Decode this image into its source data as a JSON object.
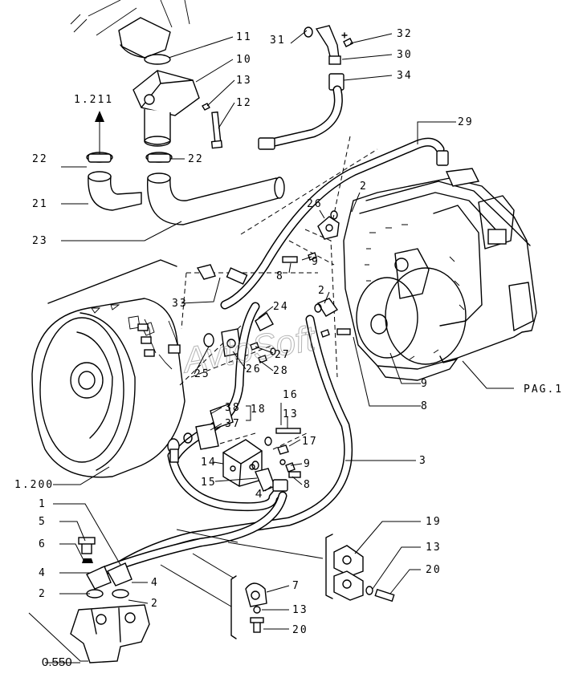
{
  "callouts": {
    "c11": "11",
    "c10": "10",
    "c13a": "13",
    "c12": "12",
    "c31": "31",
    "c32": "32",
    "c30": "30",
    "c34": "34",
    "c1211": "1.211",
    "c22a": "22",
    "c22b": "22",
    "c21": "21",
    "c23": "23",
    "c29": "29",
    "c26a": "26",
    "c2a": "2",
    "c9a": "9",
    "c8a": "8",
    "c2b": "2",
    "c33": "33",
    "c24": "24",
    "c27": "27",
    "c26b": "26",
    "c28": "28",
    "c25": "25",
    "c9b": "9",
    "pag1": "PAG.1",
    "c8b": "8",
    "c38": "38",
    "c18": "18",
    "c37": "37",
    "c16": "16",
    "c13b": "13",
    "c17": "17",
    "c14": "14",
    "c9c": "9",
    "c15": "15",
    "c4a": "4",
    "c8c": "8",
    "c3": "3",
    "c1200": "1.200",
    "c1": "1",
    "c5": "5",
    "c6": "6",
    "c4b": "4",
    "c4c": "4",
    "c2c": "2",
    "c2d": "2",
    "c7": "7",
    "c13c": "13",
    "c20a": "20",
    "c19": "19",
    "c13d": "13",
    "c20b": "20",
    "c0550": "0.550"
  },
  "watermark": "AvtoSoft"
}
